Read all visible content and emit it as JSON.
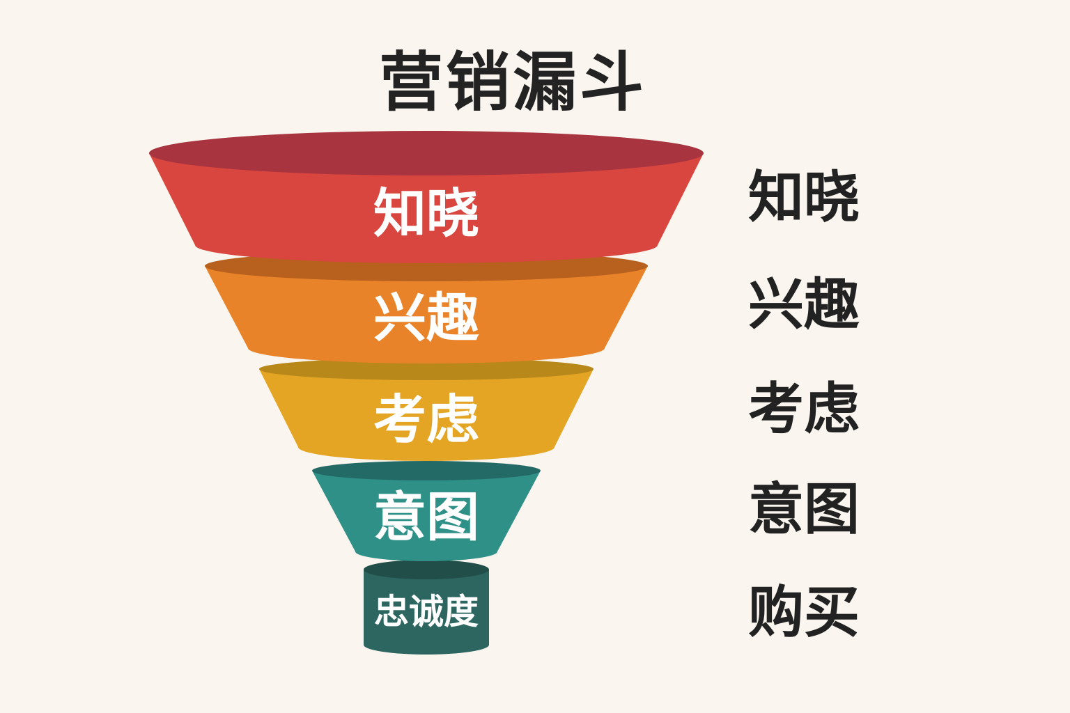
{
  "title": "营销漏斗",
  "funnel": {
    "layers": [
      {
        "label": "知晓",
        "color": "#D8463F",
        "rim": "#A83440"
      },
      {
        "label": "兴趣",
        "color": "#E9832A",
        "rim": "#B8601E"
      },
      {
        "label": "考虑",
        "color": "#E4A524",
        "rim": "#B8881B"
      },
      {
        "label": "意图",
        "color": "#2F9088",
        "rim": "#236A66"
      },
      {
        "label": "忠诚度",
        "color": "#2D6660",
        "rim": "#224E4A"
      }
    ]
  },
  "side_labels": [
    "知晓",
    "兴趣",
    "考虑",
    "意图",
    "购买"
  ]
}
